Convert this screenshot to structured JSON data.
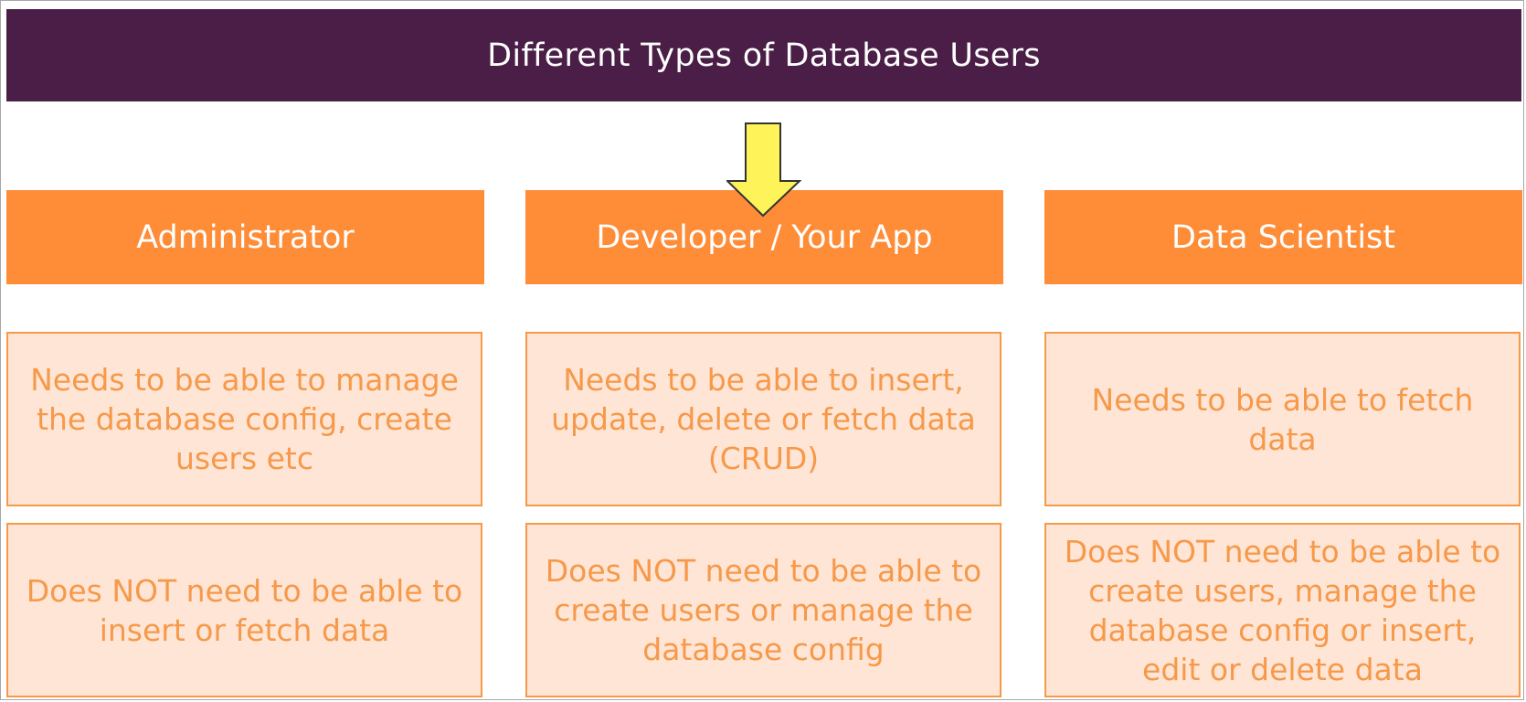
{
  "title": "Different Types of Database Users",
  "colors": {
    "title_bg": "#4a1e47",
    "header_bg": "#ff8c37",
    "box_bg": "#ffe5d5",
    "box_border": "#f6994a",
    "box_text": "#f6994a",
    "arrow_fill": "#fff35a",
    "arrow_stroke": "#333333"
  },
  "columns": [
    {
      "header": "Administrator",
      "needs": "Needs to be able to manage the database config, create users etc",
      "not_needs": "Does NOT need to be able to insert or fetch data"
    },
    {
      "header": "Developer / Your App",
      "needs": "Needs to be able to insert, update, delete or fetch data (CRUD)",
      "not_needs": "Does NOT need to be able to create users or manage the database config"
    },
    {
      "header": "Data Scientist",
      "needs": "Needs to be able to fetch data",
      "not_needs": "Does NOT need to be able to create users, manage the database config or insert, edit or delete data"
    }
  ]
}
